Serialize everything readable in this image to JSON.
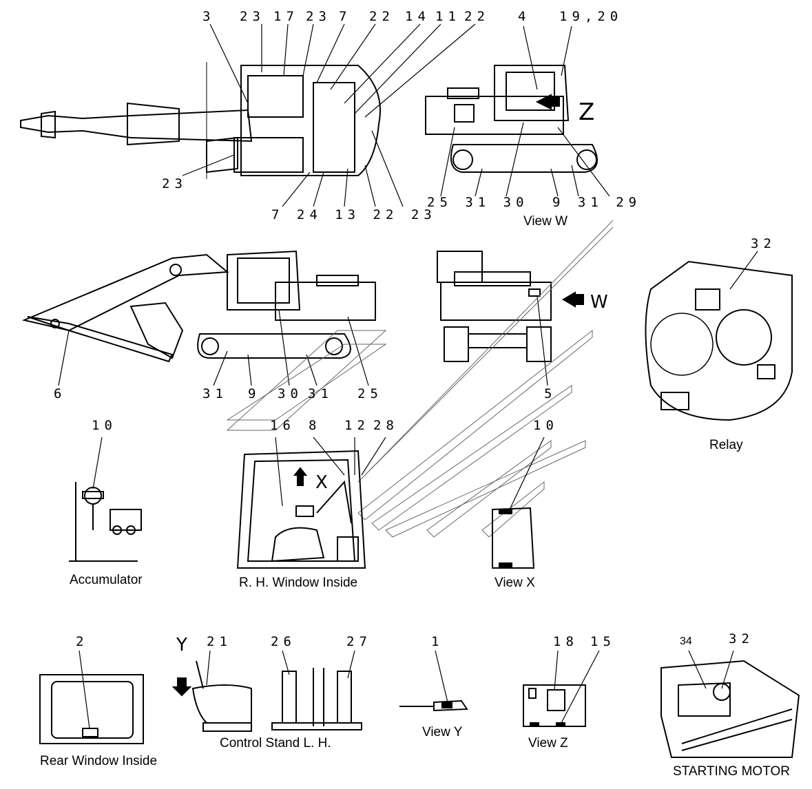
{
  "top_labels": {
    "n3": "3",
    "n23a": "23",
    "n17": "17",
    "n23b": "23",
    "n7a": "7",
    "n22a": "22",
    "n14": "14",
    "n11": "11",
    "n22b": "22",
    "n4": "4",
    "n1920": "19,20",
    "n23c": "23",
    "bottom_row": "7  24  13  22  23",
    "vw_row": "25 31 30",
    "vw_row2": "9 31 29",
    "z": "Z"
  },
  "side_labels": {
    "n6": "6",
    "n31a": "31",
    "n9": "9",
    "n30": "30",
    "n31b": "31",
    "n25": "25",
    "n5": "5",
    "w": "W"
  },
  "window_labels": {
    "n16": "16",
    "n8": "8",
    "n12": "12",
    "n28": "28",
    "x": "X",
    "n10a": "10",
    "n10b": "10",
    "n32a": "32",
    "n2": "2",
    "y": "Y",
    "n21": "21",
    "n26": "26",
    "n27": "27",
    "n1": "1",
    "n18": "18",
    "n15": "15",
    "n34": "34",
    "n32b": "32"
  },
  "captions": {
    "view_w": "View W",
    "relay": "Relay",
    "accumulator": "Accumulator",
    "rh_window": "R. H. Window Inside",
    "view_x": "View X",
    "rear_window": "Rear Window Inside",
    "control_stand": "Control Stand L. H.",
    "view_y": "View Y",
    "view_z": "View Z",
    "starting_motor": "STARTING MOTOR"
  }
}
